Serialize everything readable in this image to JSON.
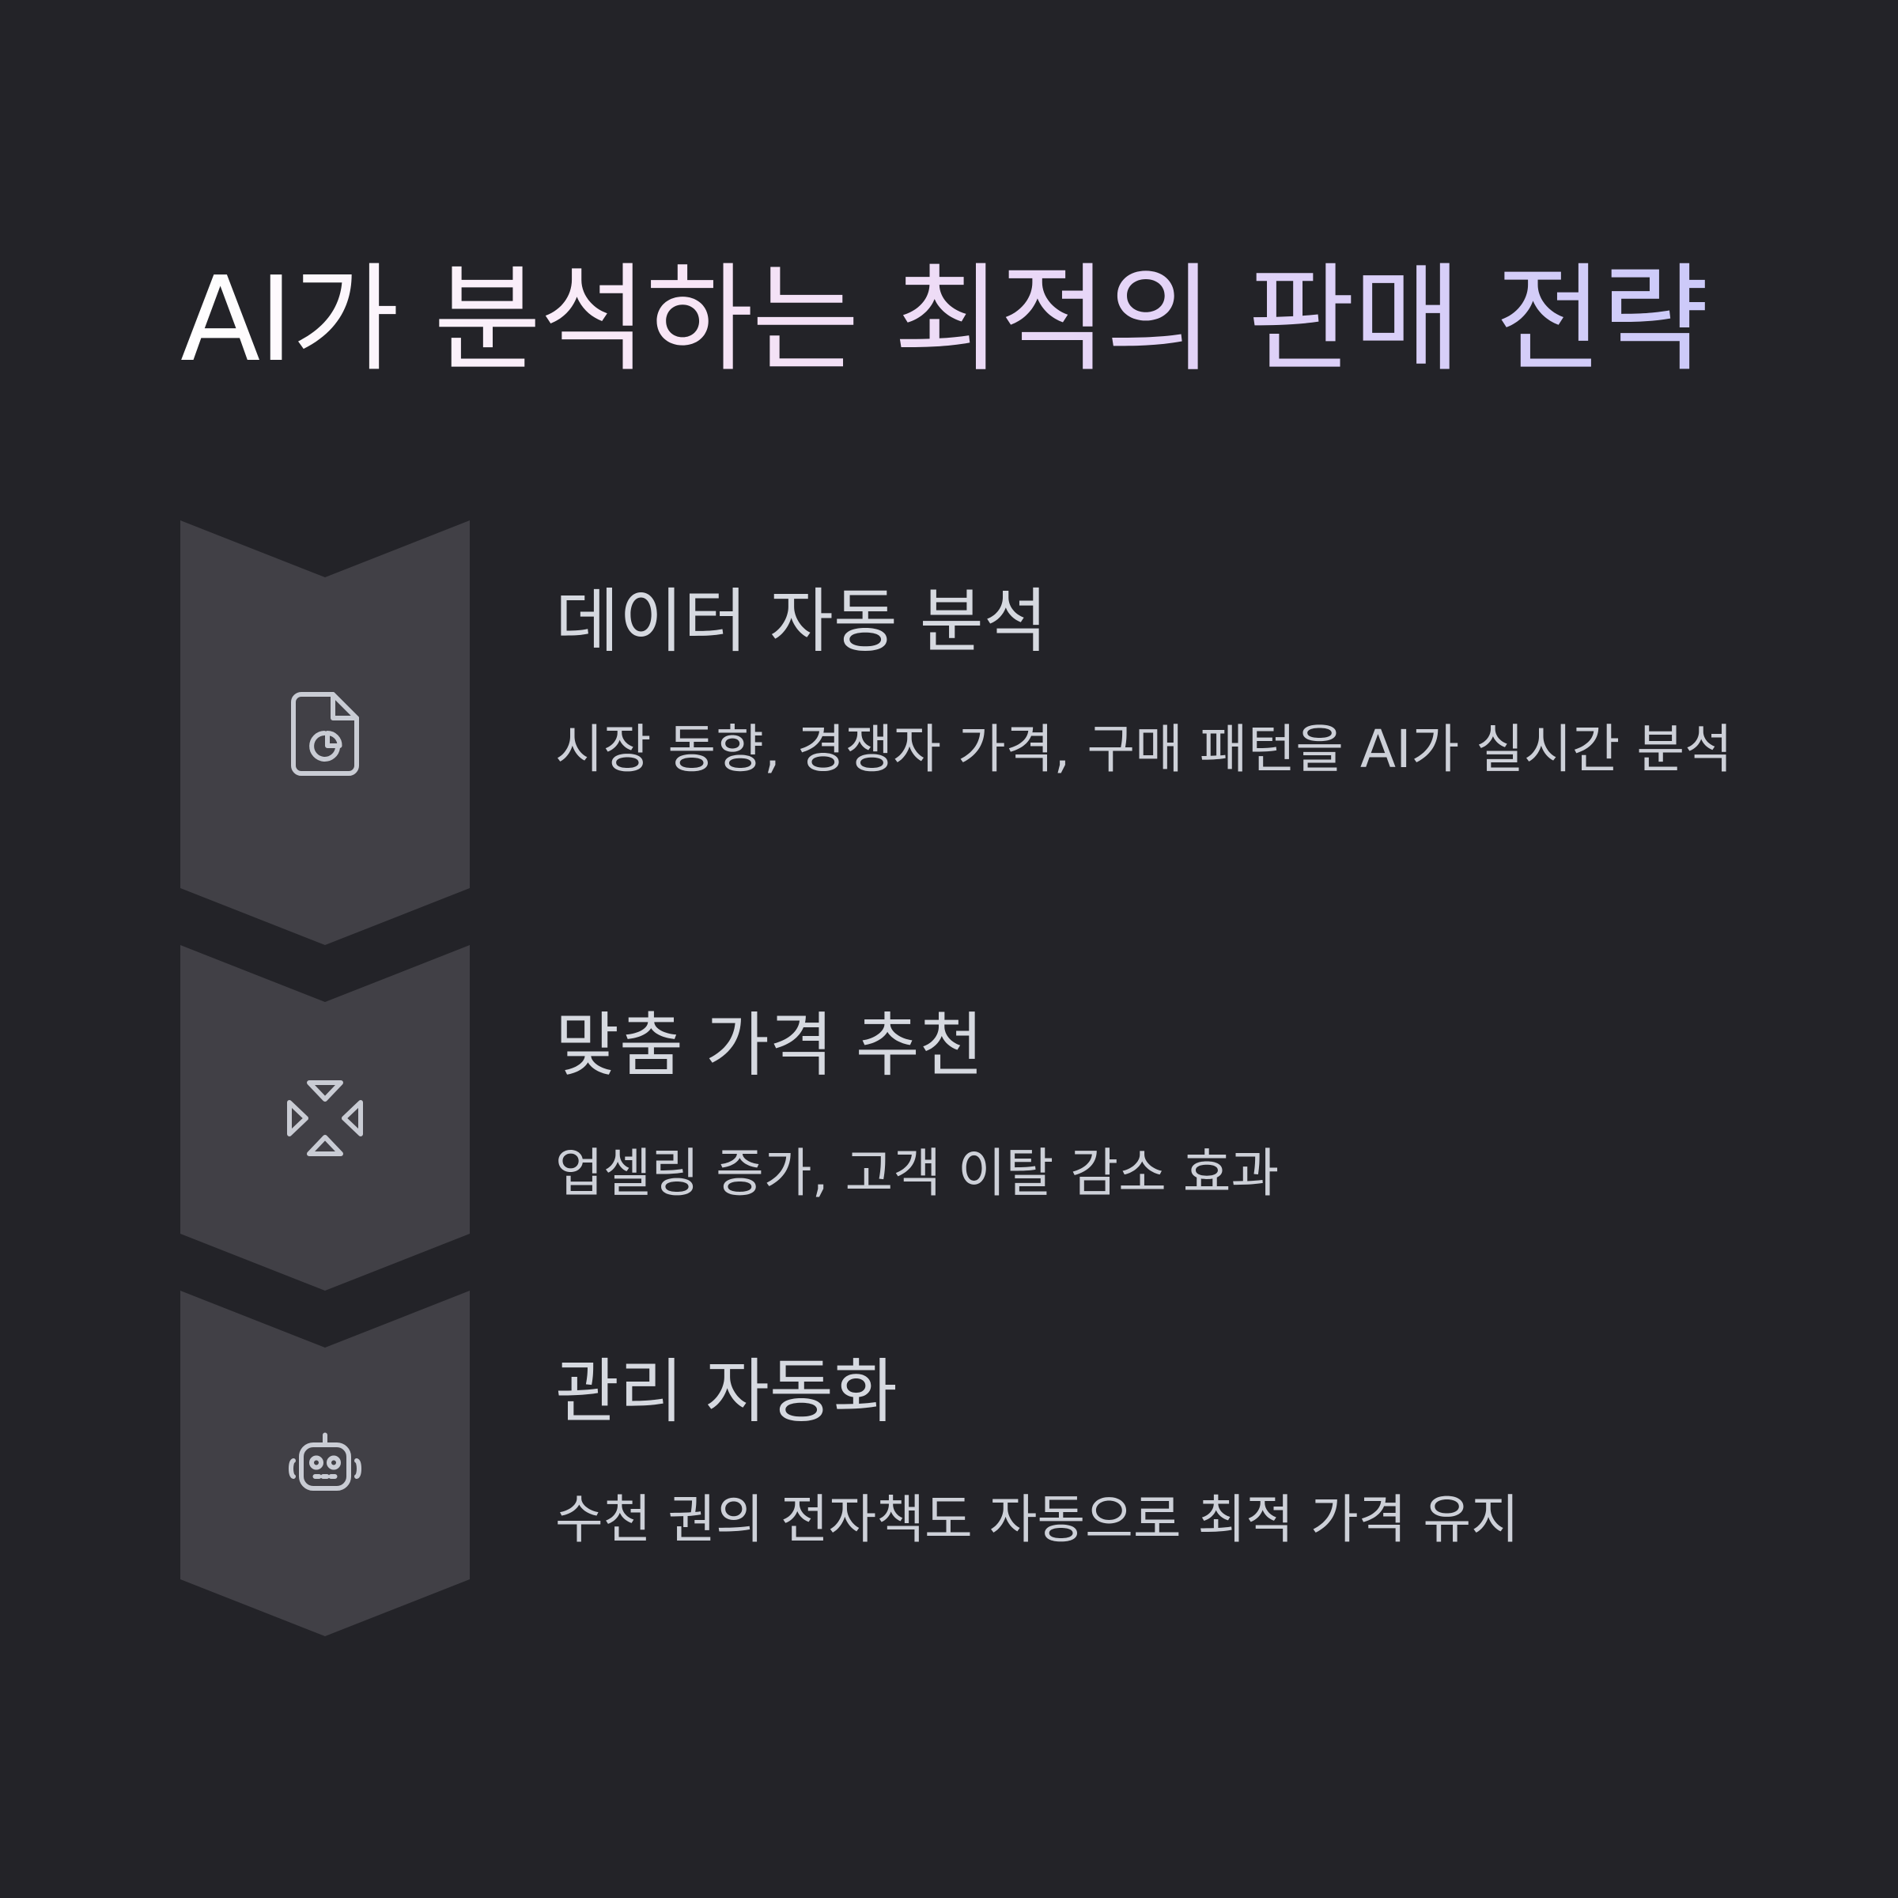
{
  "title": "AI가 분석하는 최적의 판매 전략",
  "steps": [
    {
      "icon": "document-chart-icon",
      "title": "데이터 자동 분석",
      "description": "시장 동향, 경쟁자 가격, 구매 패턴을 AI가 실시간 분석"
    },
    {
      "icon": "arrows-converge-icon",
      "title": "맞춤 가격 추천",
      "description": "업셀링 증가, 고객 이탈 감소 효과"
    },
    {
      "icon": "robot-icon",
      "title": "관리 자동화",
      "description": "수천 권의 전자책도 자동으로 최적 가격 유지"
    }
  ],
  "colors": {
    "background": "#232328",
    "chevron": "#414046",
    "text": "#d6d9e0",
    "title_gradient": [
      "#ffffff",
      "#f7e4f6",
      "#e3d3f7",
      "#cccaf9"
    ]
  }
}
